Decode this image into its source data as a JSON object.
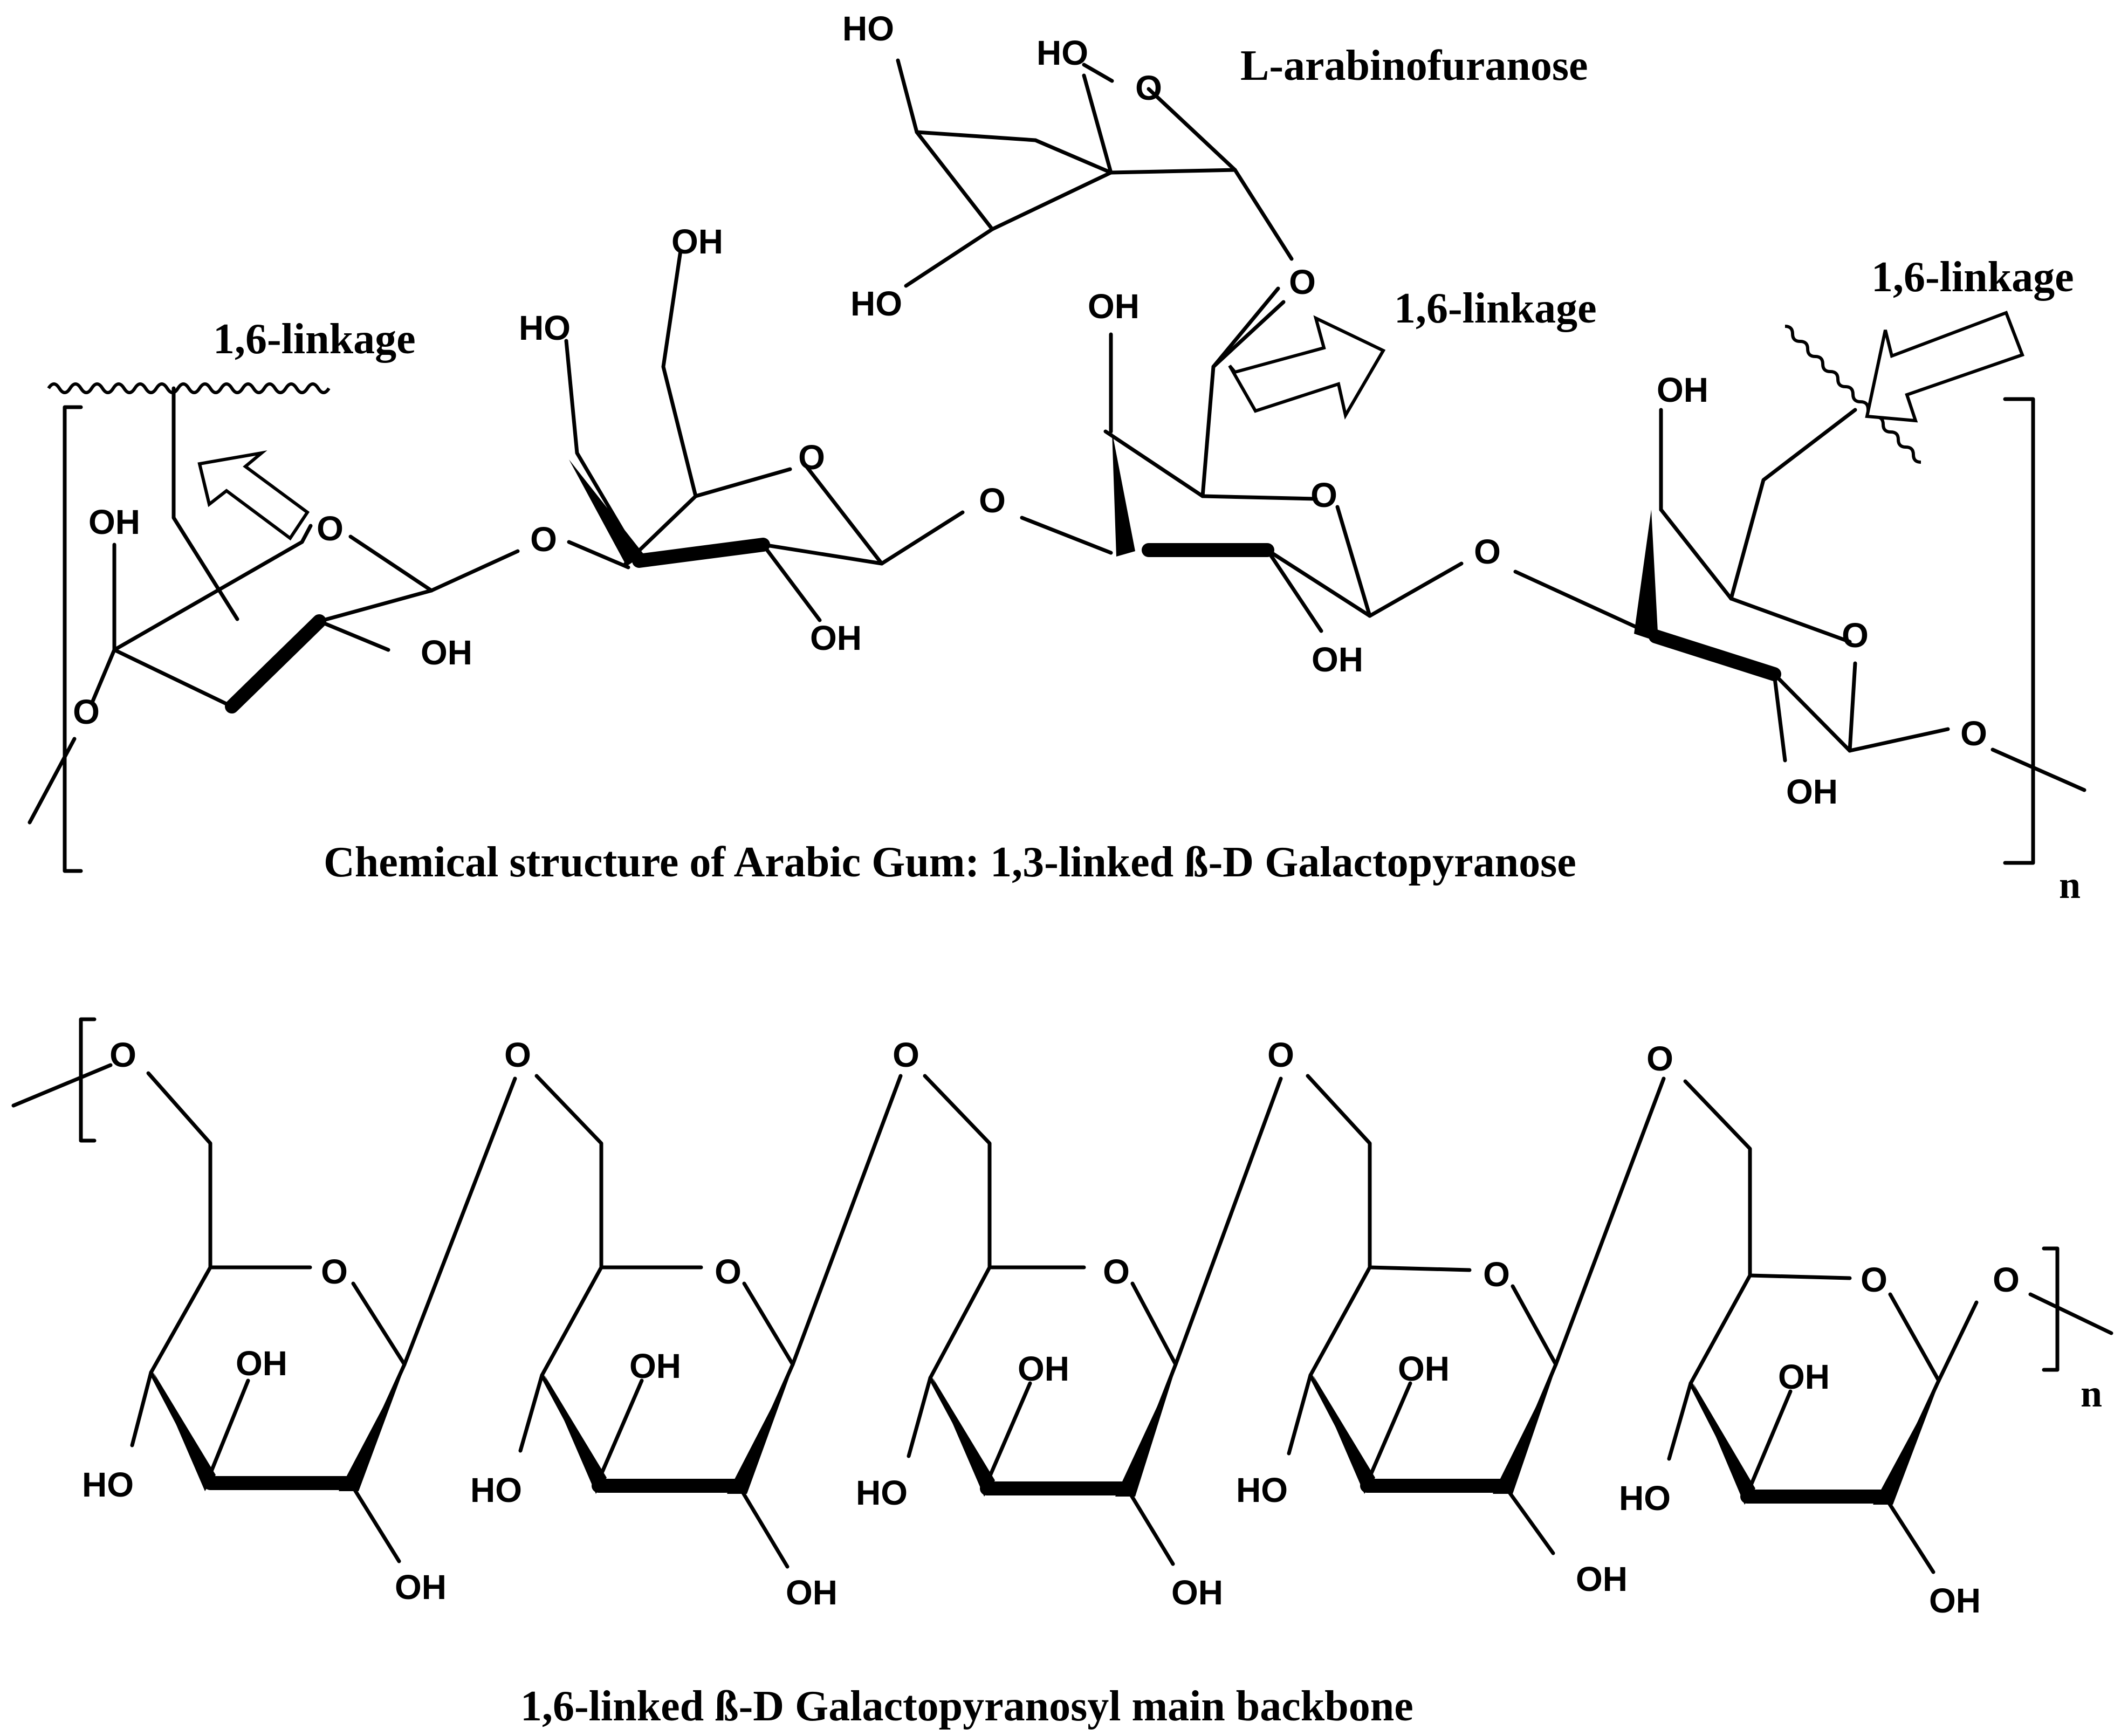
{
  "top_structure": {
    "arabinofuranose_label": "L-arabinofuranose",
    "linkage_labels": [
      "1,6-linkage",
      "1,6-linkage",
      "1,6-linkage"
    ],
    "caption": "Chemical structure of Arabic Gum: 1,3-linked ß-D Galactopyranose",
    "repeat_label": "n"
  },
  "bottom_structure": {
    "caption": "1,6-linked ß-D Galactopyranosyl main backbone",
    "repeat_label": "n"
  },
  "atoms": {
    "oxygen": "O",
    "hydroxyl": "OH",
    "hydroxyl_left": "HO"
  },
  "colors": {
    "ink": "#000000",
    "background": "#ffffff"
  }
}
